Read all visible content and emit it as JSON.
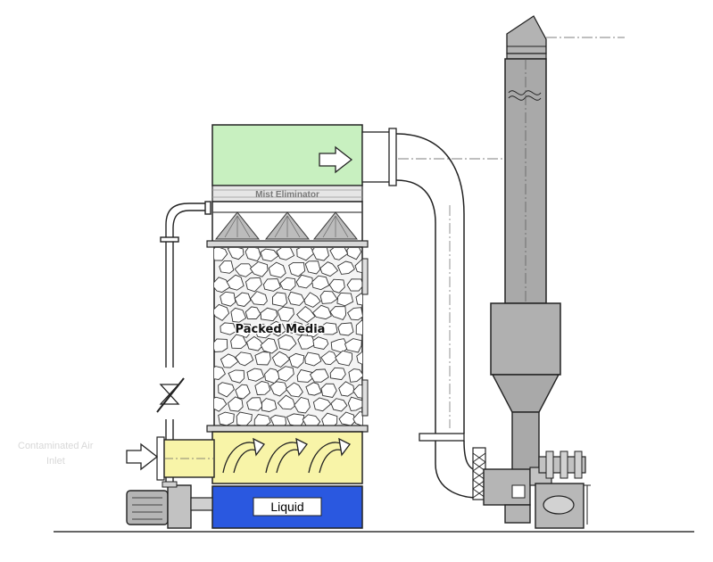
{
  "diagram": {
    "labels": {
      "packed_media": "Packed Media",
      "liquid": "Liquid",
      "mist_eliminator": "Mist Eliminator",
      "inlet_left": "Contaminated Air",
      "inlet_left_2": "Inlet"
    },
    "colors": {
      "outlet_section": "#c8f0c0",
      "inlet_section": "#f8f4a8",
      "sump": "#2a58e0",
      "stack": "#a9a9a9",
      "steel": "#c8c8c8",
      "outline": "#222222"
    },
    "icons": [
      "flow-arrow-icon",
      "valve-icon",
      "pump-icon",
      "fan-icon",
      "spray-nozzle-icon"
    ]
  }
}
